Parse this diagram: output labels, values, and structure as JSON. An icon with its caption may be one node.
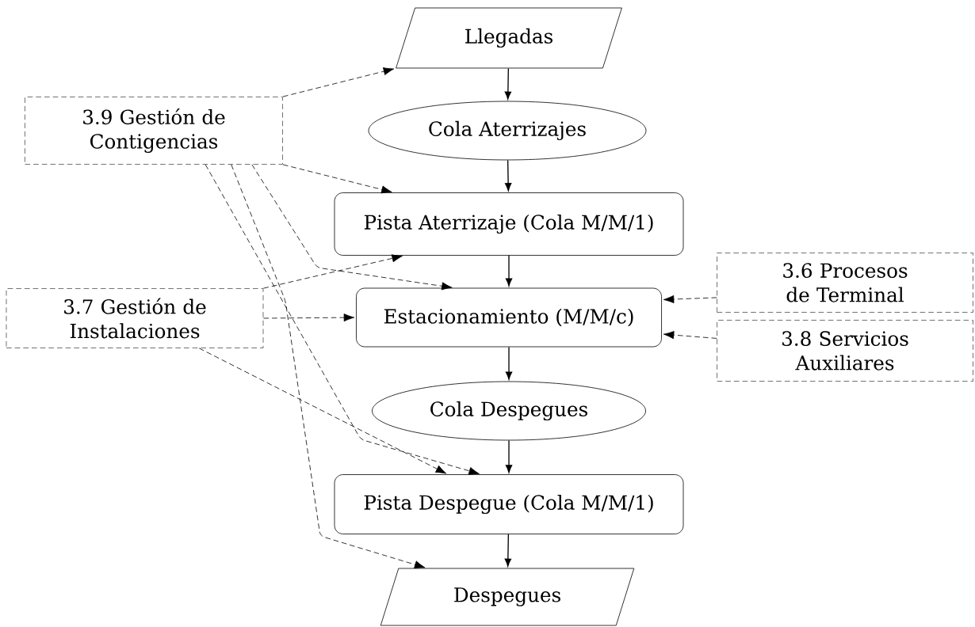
{
  "diagram": {
    "nodes": [
      {
        "text": [
          "Llegadas"
        ]
      },
      {
        "text": [
          "Cola Aterrizajes"
        ]
      },
      {
        "text": [
          "Pista Aterrizaje (Cola M/M/1)"
        ]
      },
      {
        "text": [
          "Estacionamiento (M/M/c)"
        ]
      },
      {
        "text": [
          "Cola Despegues"
        ]
      },
      {
        "text": [
          "Pista Despegue (Cola M/M/1)"
        ]
      },
      {
        "text": [
          "Despegues"
        ]
      },
      {
        "text": [
          "3.9 Gestión de Contigencias"
        ]
      },
      {
        "text": [
          "3.6 Procesos de Terminal"
        ]
      },
      {
        "text": [
          "3.7 Gestión de Instalaciones"
        ]
      },
      {
        "text": [
          "3.8 Servicios Auxiliares"
        ]
      }
    ],
    "edges": [
      {
        "from": 0,
        "to": 1,
        "arrow": "to"
      },
      {
        "from": 1,
        "to": 2,
        "arrow": "to"
      },
      {
        "from": 2,
        "to": 3,
        "arrow": "to"
      },
      {
        "from": 3,
        "to": 4,
        "arrow": "to"
      },
      {
        "from": 4,
        "to": 5,
        "arrow": "to"
      },
      {
        "from": 5,
        "to": 6,
        "arrow": "to"
      },
      {
        "from": 7,
        "to": 0,
        "arrow": "to",
        "style": "dashed"
      },
      {
        "from": 7,
        "to": 2,
        "arrow": "to",
        "style": "dashed"
      },
      {
        "from": 7,
        "to": 3,
        "arrow": "to",
        "style": "dashed"
      },
      {
        "from": 7,
        "to": 5,
        "arrow": "to",
        "style": "dashed"
      },
      {
        "from": 7,
        "to": 6,
        "arrow": "to",
        "style": "dashed"
      },
      {
        "from": 9,
        "to": 2,
        "arrow": "to",
        "style": "dashed"
      },
      {
        "from": 9,
        "to": 3,
        "arrow": "to",
        "style": "dashed"
      },
      {
        "from": 9,
        "to": 5,
        "arrow": "to",
        "style": "dashed"
      },
      {
        "from": 8,
        "to": 3,
        "arrow": "to",
        "style": "dashed"
      },
      {
        "from": 10,
        "to": 3,
        "arrow": "to",
        "style": "dashed"
      }
    ]
  }
}
